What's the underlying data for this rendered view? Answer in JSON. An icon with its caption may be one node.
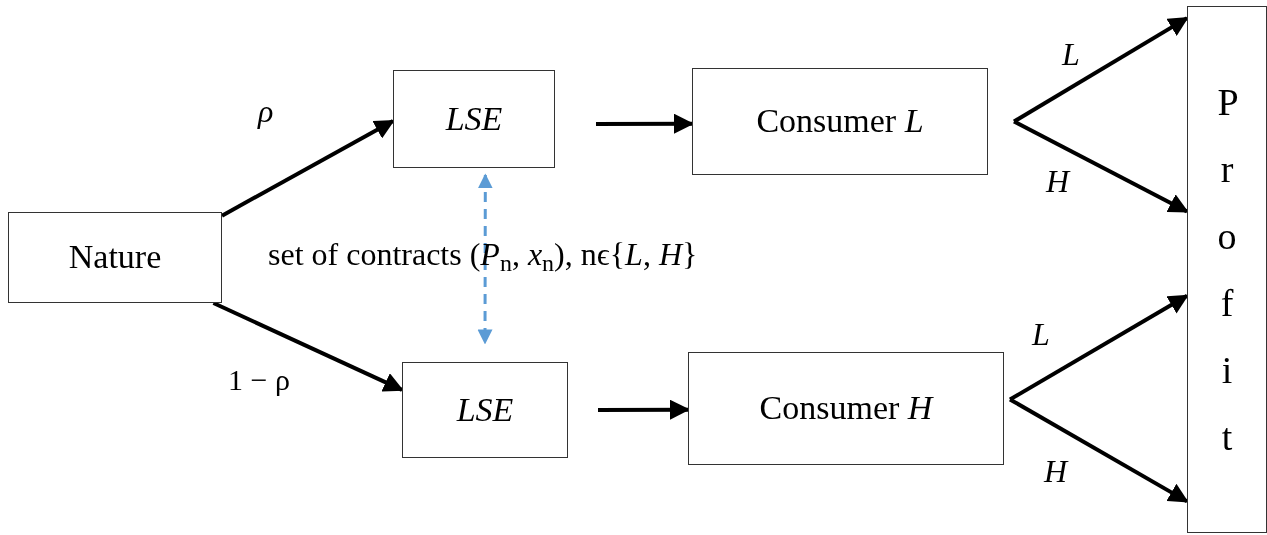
{
  "diagram": {
    "nodes": [
      {
        "text": [
          "Nature"
        ]
      },
      {
        "text": [
          "LSE"
        ]
      },
      {
        "text": [
          "Consumer *L*"
        ]
      },
      {
        "text": [
          "LSE"
        ]
      },
      {
        "text": [
          "Consumer *H*"
        ]
      },
      {
        "text": [
          "Profit"
        ]
      }
    ],
    "edges": [
      {
        "from": 0,
        "to": 1,
        "arrow": "to",
        "label": "ρ"
      },
      {
        "from": 0,
        "to": 3,
        "arrow": "to",
        "label": "1 − ρ"
      },
      {
        "from": 1,
        "to": 2,
        "arrow": "to"
      },
      {
        "from": 3,
        "to": 4,
        "arrow": "to"
      },
      {
        "from": 1,
        "to": 3,
        "arrow": "both",
        "style": "dashed",
        "color": "#5b9bd5",
        "label": "set of contracts (*P*$_{n}$, *x*$_{n}$), nϵ{*L*, *H*}"
      },
      {
        "from": 2,
        "to": 5,
        "arrow": "to",
        "label": "L"
      },
      {
        "from": 2,
        "to": 5,
        "arrow": "to",
        "label": "H"
      },
      {
        "from": 4,
        "to": 5,
        "arrow": "to",
        "label": "L"
      },
      {
        "from": 4,
        "to": 5,
        "arrow": "to",
        "label": "H"
      }
    ]
  }
}
